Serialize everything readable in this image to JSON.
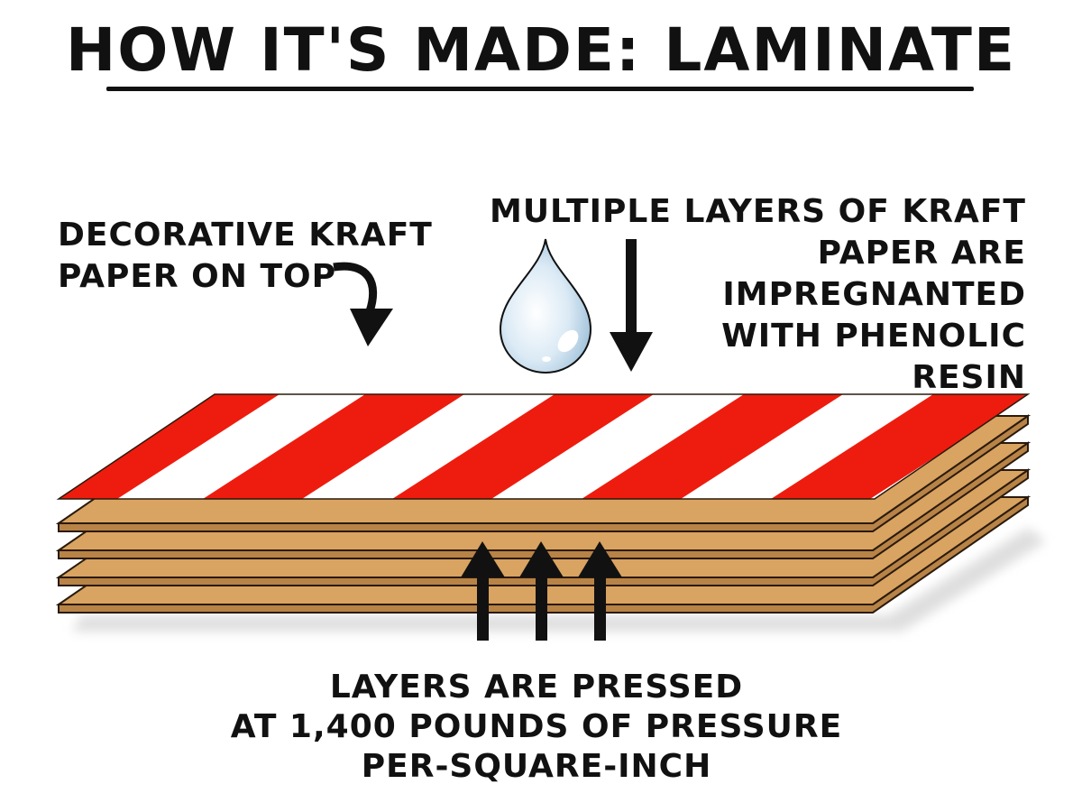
{
  "title": "HOW IT'S MADE: LAMINATE",
  "labels": {
    "decorative": [
      "DECORATIVE KRAFT",
      "PAPER ON TOP"
    ],
    "resin": [
      "MULTIPLE LAYERS OF KRAFT",
      "PAPER ARE",
      "IMPREGNANTED",
      "WITH PHENOLIC",
      "RESIN"
    ],
    "pressure": [
      "LAYERS ARE PRESSED",
      "AT 1,400 POUNDS OF PRESSURE",
      "PER-SQUARE-INCH"
    ]
  },
  "colors": {
    "stripe_red": "#ee1c0e",
    "stripe_white": "#ffffff",
    "kraft_top": "#d9a361",
    "kraft_side": "#b88346",
    "kraft_edge": "#2a1a0c",
    "resin_drop": "#cfe4f2",
    "ink": "#111111"
  },
  "icons": [
    "water-drop-icon",
    "curved-arrow-icon",
    "down-arrow-icon",
    "up-arrow-icon"
  ]
}
